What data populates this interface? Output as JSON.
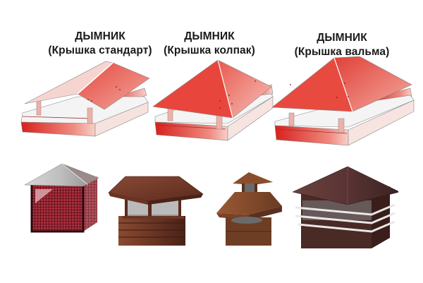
{
  "diagrams": [
    {
      "title": "ДЫМНИК",
      "subtitle": "(Крышка стандарт)",
      "shape": "gable-roof"
    },
    {
      "title": "ДЫМНИК",
      "subtitle": "(Крышка колпак)",
      "shape": "pyramid-roof"
    },
    {
      "title": "ДЫМНИК",
      "subtitle": "(Крышка вальма)",
      "shape": "hip-roof"
    }
  ],
  "photos": [
    {
      "description": "Chimney cap with silver pyramid roof and red mesh sides"
    },
    {
      "description": "Brown metal chimney cap with hip roof and glass-like sides"
    },
    {
      "description": "Two-tier brown chimney cap with small top roof"
    },
    {
      "description": "Dark brown chimney cap with pyramid roof and white horizontal louvre bands"
    }
  ],
  "colors": {
    "roof_red": "#e0322a",
    "roof_light": "#f6b0a6",
    "base_red": "#d8201c",
    "text": "#1a1a1a",
    "photo_brown": "#6e3a26",
    "photo_dark": "#4a2a22"
  }
}
